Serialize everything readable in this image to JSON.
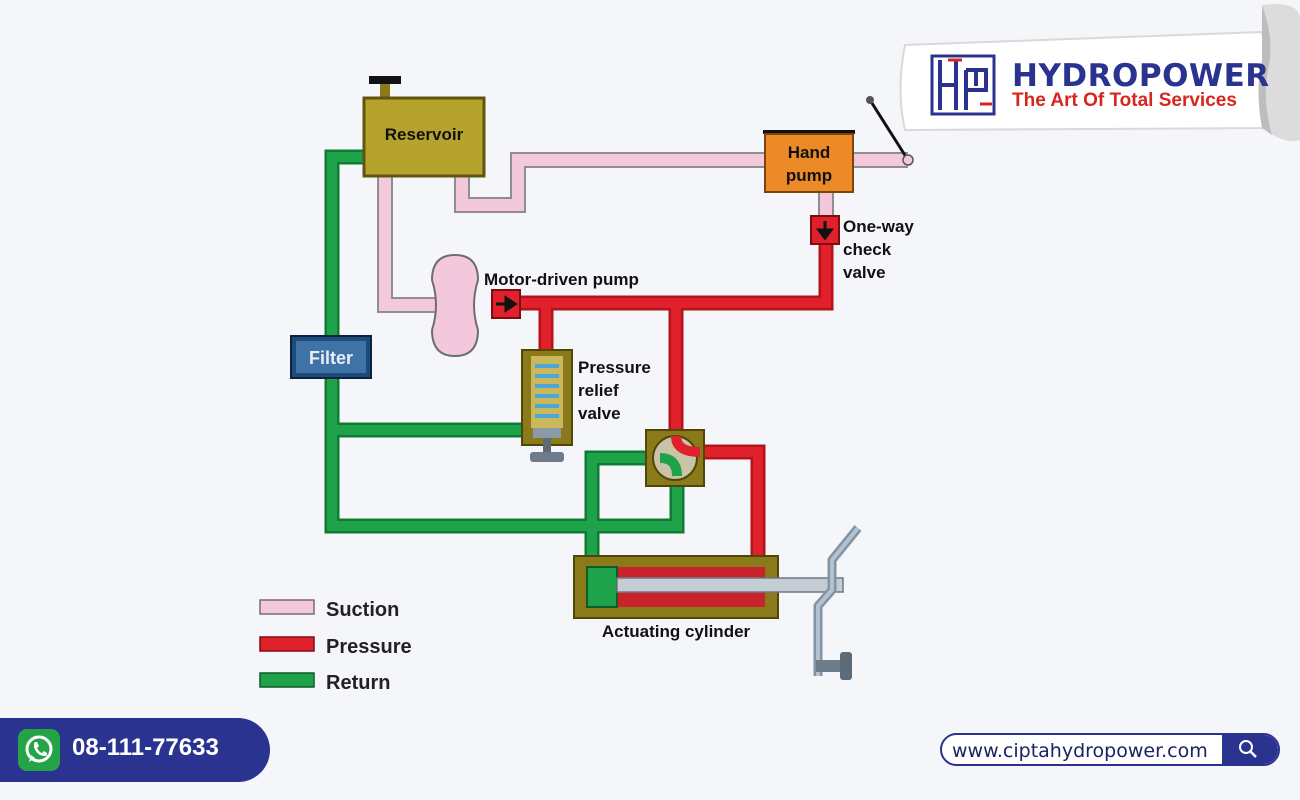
{
  "brand": {
    "name": "HYDROPOWER",
    "tagline": "The Art Of Total Services"
  },
  "diagram": {
    "components": {
      "reservoir": "Reservoir",
      "hand_pump_line1": "Hand",
      "hand_pump_line2": "pump",
      "check_valve_line1": "One-way",
      "check_valve_line2": "check",
      "check_valve_line3": "valve",
      "motor_pump": "Motor-driven pump",
      "filter": "Filter",
      "relief_valve_line1": "Pressure",
      "relief_valve_line2": "relief",
      "relief_valve_line3": "valve",
      "actuating_cylinder": "Actuating cylinder"
    },
    "legend": [
      {
        "label": "Suction",
        "color": "#f3c8dc"
      },
      {
        "label": "Pressure",
        "color": "#e0212b"
      },
      {
        "label": "Return",
        "color": "#1ea34a"
      }
    ]
  },
  "contact": {
    "phone": "08-111-77633",
    "website": "www.ciptahydropower.com",
    "phone_icon": "whatsapp-icon",
    "search_icon": "search-icon"
  }
}
